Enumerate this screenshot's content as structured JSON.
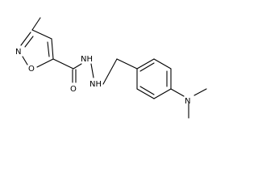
{
  "atoms": {
    "isoxazole_n": "N",
    "isoxazole_o": "O",
    "carbonyl_o": "O",
    "amide_nh": "NH",
    "amine_nh": "NH",
    "dimethylamino_n": "N"
  },
  "colors": {
    "bond": "#000000",
    "label": "#000000",
    "background": "#ffffff"
  }
}
